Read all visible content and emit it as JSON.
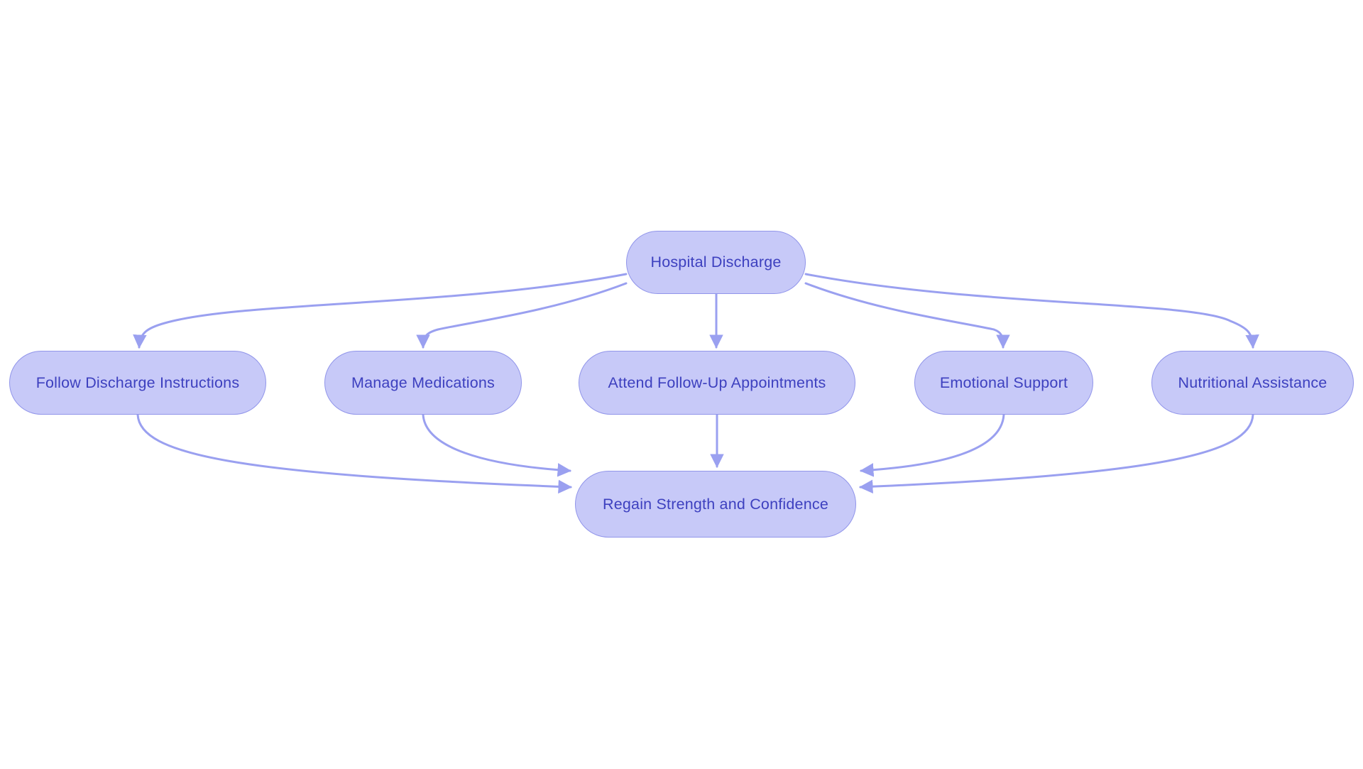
{
  "diagram": {
    "background_color": "#ffffff",
    "colors": {
      "node_fill": "#c7c9f8",
      "node_border": "#9195ea",
      "edge_line": "#9aa0f0",
      "node_text": "#3d40bf"
    },
    "nodes": {
      "hospital_discharge": {
        "label": "Hospital Discharge"
      },
      "follow_discharge_instructions": {
        "label": "Follow Discharge Instructions"
      },
      "manage_medications": {
        "label": "Manage Medications"
      },
      "attend_followup_appointments": {
        "label": "Attend Follow-Up Appointments"
      },
      "emotional_support": {
        "label": "Emotional Support"
      },
      "nutritional_assistance": {
        "label": "Nutritional Assistance"
      },
      "regain_strength_and_confidence": {
        "label": "Regain Strength and Confidence"
      }
    },
    "edges": [
      {
        "from": "Hospital Discharge",
        "to": "Follow Discharge Instructions"
      },
      {
        "from": "Hospital Discharge",
        "to": "Manage Medications"
      },
      {
        "from": "Hospital Discharge",
        "to": "Attend Follow-Up Appointments"
      },
      {
        "from": "Hospital Discharge",
        "to": "Emotional Support"
      },
      {
        "from": "Hospital Discharge",
        "to": "Nutritional Assistance"
      },
      {
        "from": "Follow Discharge Instructions",
        "to": "Regain Strength and Confidence"
      },
      {
        "from": "Manage Medications",
        "to": "Regain Strength and Confidence"
      },
      {
        "from": "Attend Follow-Up Appointments",
        "to": "Regain Strength and Confidence"
      },
      {
        "from": "Emotional Support",
        "to": "Regain Strength and Confidence"
      },
      {
        "from": "Nutritional Assistance",
        "to": "Regain Strength and Confidence"
      }
    ]
  }
}
